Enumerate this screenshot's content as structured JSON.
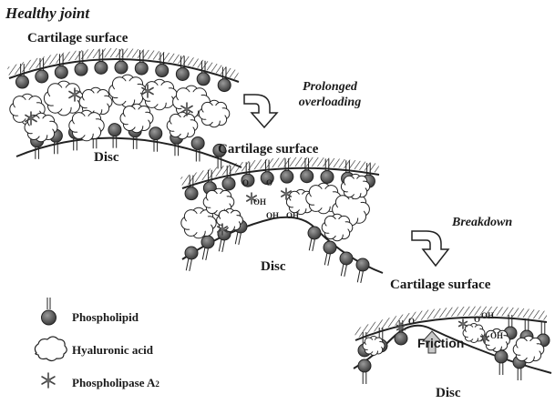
{
  "title": "Healthy joint",
  "panels": {
    "healthy": {
      "top_label": "Cartilage surface",
      "bottom_label": "Disc"
    },
    "overloaded": {
      "top_label": "Cartilage surface",
      "bottom_label": "Disc",
      "chem_labels": [
        "O",
        "O",
        "OH",
        "OH",
        "OH"
      ]
    },
    "breakdown": {
      "top_label": "Cartilage surface",
      "bottom_label": "Disc",
      "friction_label": "Friction",
      "chem_labels": [
        "O",
        "O",
        "OH",
        "OH"
      ]
    }
  },
  "arrows": {
    "first": {
      "line1": "Prolonged",
      "line2": "overloading"
    },
    "second": {
      "line1": "Breakdown"
    }
  },
  "legend": {
    "phospholipid": "Phospholipid",
    "hyaluronic": "Hyaluronic acid",
    "phospholipase_name": "Phospholipase A",
    "phospholipase_sub": "2"
  }
}
